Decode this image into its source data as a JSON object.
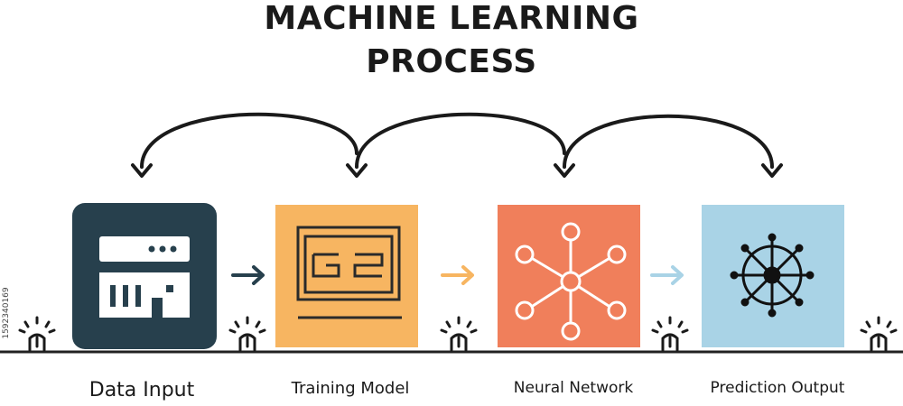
{
  "title": {
    "line1": "MACHINE LEARNING",
    "line2": "PROCESS"
  },
  "stages": [
    {
      "label": "Data Input",
      "color": "#27404d",
      "icon": "server-icon"
    },
    {
      "label": "Training Model",
      "color": "#f7b561",
      "icon": "circuit-chip-icon"
    },
    {
      "label": "Neural Network",
      "color": "#f07f5b",
      "icon": "network-nodes-icon"
    },
    {
      "label": "Prediction Output",
      "color": "#a9d3e6",
      "icon": "ship-wheel-icon"
    }
  ],
  "flow_arrow_colors": [
    "#27404d",
    "#f7b561",
    "#a9d3e6"
  ],
  "stock_id": "1592340169",
  "colors": {
    "ink": "#1a1a1a",
    "line": "#222222"
  }
}
